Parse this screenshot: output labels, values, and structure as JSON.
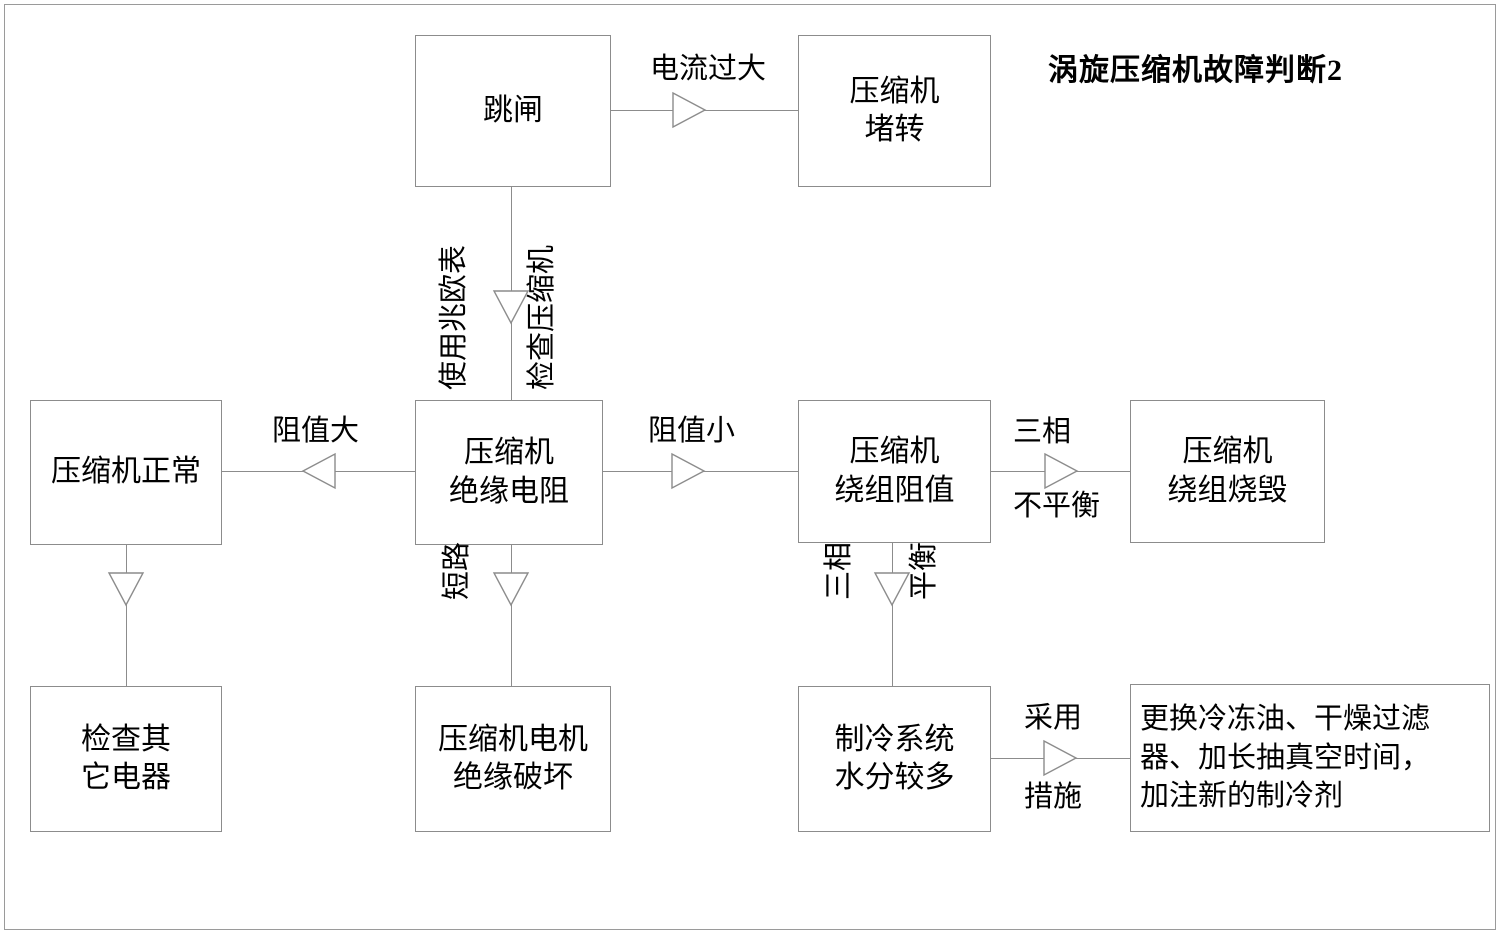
{
  "diagram": {
    "title": "涡旋压缩机故障判断2",
    "border_color": "#8c8c8c",
    "text_color": "#000000",
    "background": "#ffffff",
    "nodes": [
      {
        "id": "trip",
        "label": "跳闸"
      },
      {
        "id": "comp_stall",
        "label": "压缩机\n堵转"
      },
      {
        "id": "comp_normal",
        "label": "压缩机正常"
      },
      {
        "id": "insul_res",
        "label": "压缩机\n绝缘电阻"
      },
      {
        "id": "winding_res",
        "label": "压缩机\n绕组阻值"
      },
      {
        "id": "winding_burn",
        "label": "压缩机\n绕组烧毁"
      },
      {
        "id": "check_other",
        "label": "检查其\n它电器"
      },
      {
        "id": "motor_insul",
        "label": "压缩机电机\n绝缘破坏"
      },
      {
        "id": "sys_water",
        "label": "制冷系统\n水分较多"
      },
      {
        "id": "measures",
        "label": "更换冷冻油、干燥过滤\n器、加长抽真空时间，\n加注新的制冷剂"
      }
    ],
    "edge_labels": {
      "over_current": "电流过大",
      "use_megohm": "使用兆欧表",
      "check_compressor": "检查压缩机",
      "resistance_high": "阻值大",
      "resistance_low": "阻值小",
      "three_phase": "三相",
      "unbalanced": "不平衡",
      "three_phase2": "三相",
      "balanced": "平衡",
      "short_circuit": "短路",
      "adopt": "采用",
      "measure": "措施"
    }
  }
}
